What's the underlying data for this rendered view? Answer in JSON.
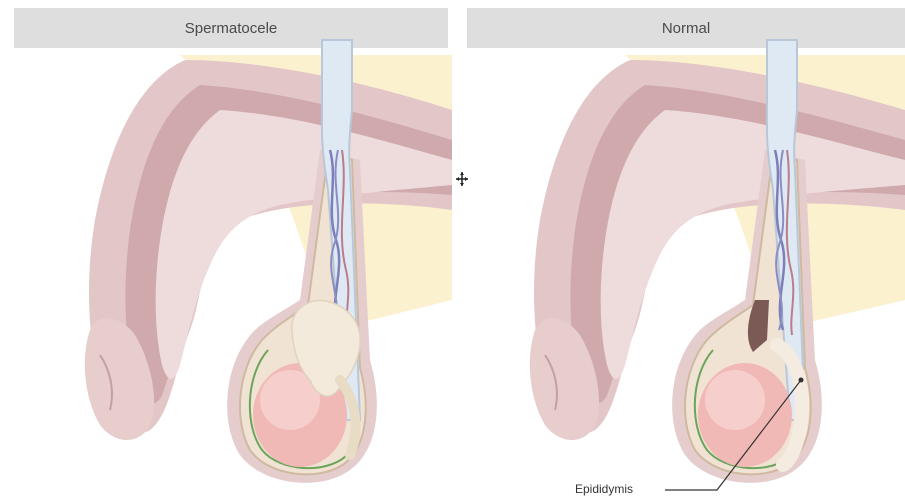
{
  "panels": {
    "left": {
      "title": "Spermatocele"
    },
    "right": {
      "title": "Normal",
      "annotation": "Epididymis"
    }
  },
  "colors": {
    "header_bg": "#dedede",
    "skin_outer": "#e8cfcf",
    "skin_mid": "#d3b0b2",
    "skin_inner": "#efdadb",
    "pelvis": "#fbf1cf",
    "testis": "#f0b9b6",
    "cyst": "#f3eadc",
    "vein": "#7e7fb8",
    "artery": "#b97d8c",
    "tunica_line": "#6aa55b"
  }
}
